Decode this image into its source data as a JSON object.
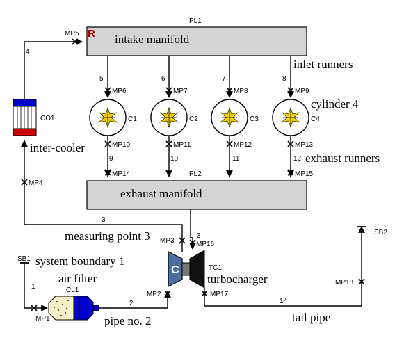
{
  "colors": {
    "manifold_fill": "#d4d4d4",
    "intercooler_top": "#0000cc",
    "intercooler_bottom": "#cc0000",
    "filter_body": "#0000cc",
    "turbo_body": "#4a6fa0",
    "r_marker": "#b00000",
    "spark": "#f0d000"
  },
  "plenum": {
    "intake_id": "PL1",
    "intake_label": "intake manifold",
    "exhaust_id": "PL2",
    "exhaust_label": "exhaust manifold",
    "r_marker": "R"
  },
  "cylinders": [
    {
      "id": "C1"
    },
    {
      "id": "C2"
    },
    {
      "id": "C3"
    },
    {
      "id": "C4"
    }
  ],
  "intercooler": {
    "id": "CO1",
    "label": "inter-cooler"
  },
  "air_filter": {
    "id": "CL1",
    "label": "air filter"
  },
  "turbocharger": {
    "id": "TC1",
    "label": "turbocharger",
    "compressor_letter": "C"
  },
  "boundaries": {
    "sb1": "SB1",
    "sb1_label": "system boundary 1",
    "sb2": "SB2"
  },
  "pipes": {
    "p1": "1",
    "p2": "2",
    "p3a": "3",
    "p3b": "3",
    "p4": "4",
    "p5": "5",
    "p6": "6",
    "p7": "7",
    "p8": "8",
    "p9": "9",
    "p10": "10",
    "p11": "11",
    "p12": "12",
    "p14": "14"
  },
  "measuring_points": {
    "mp1": "MP1",
    "mp2": "MP2",
    "mp3": "MP3",
    "mp4": "MP4",
    "mp5": "MP5",
    "mp6": "MP6",
    "mp7": "MP7",
    "mp8": "MP8",
    "mp9": "MP9",
    "mp10": "MP10",
    "mp11": "MP11",
    "mp12": "MP12",
    "mp13": "MP13",
    "mp14": "MP14",
    "mp15": "MP15",
    "mp16": "MP16",
    "mp17": "MP17",
    "mp18": "MP18"
  },
  "annotations": {
    "inlet_runners": "inlet runners",
    "cylinder_4": "cylinder 4",
    "exhaust_runners": "exhaust runners",
    "measuring_point_3": "measuring point 3",
    "pipe_no_2": "pipe no. 2",
    "tail_pipe": "tail pipe"
  }
}
